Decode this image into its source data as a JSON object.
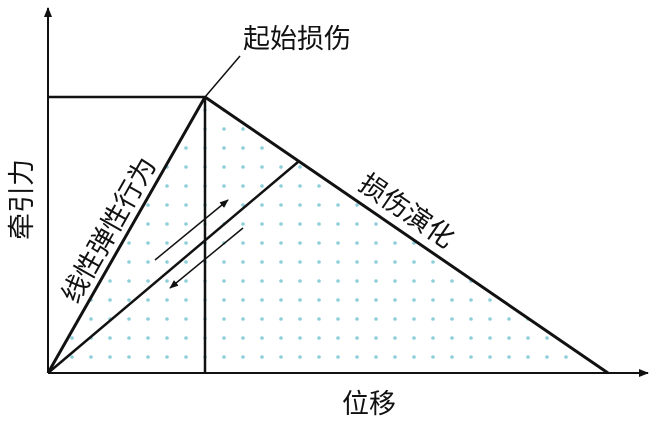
{
  "labels": {
    "initial_damage": "起始损伤",
    "linear_elastic": "线性弹性行为",
    "damage_evolution": "损伤演化",
    "y_axis": "牵引力",
    "x_axis": "位移"
  },
  "colors": {
    "line": "#111111",
    "dots": "#8fcfd9",
    "background": "#ffffff"
  }
}
